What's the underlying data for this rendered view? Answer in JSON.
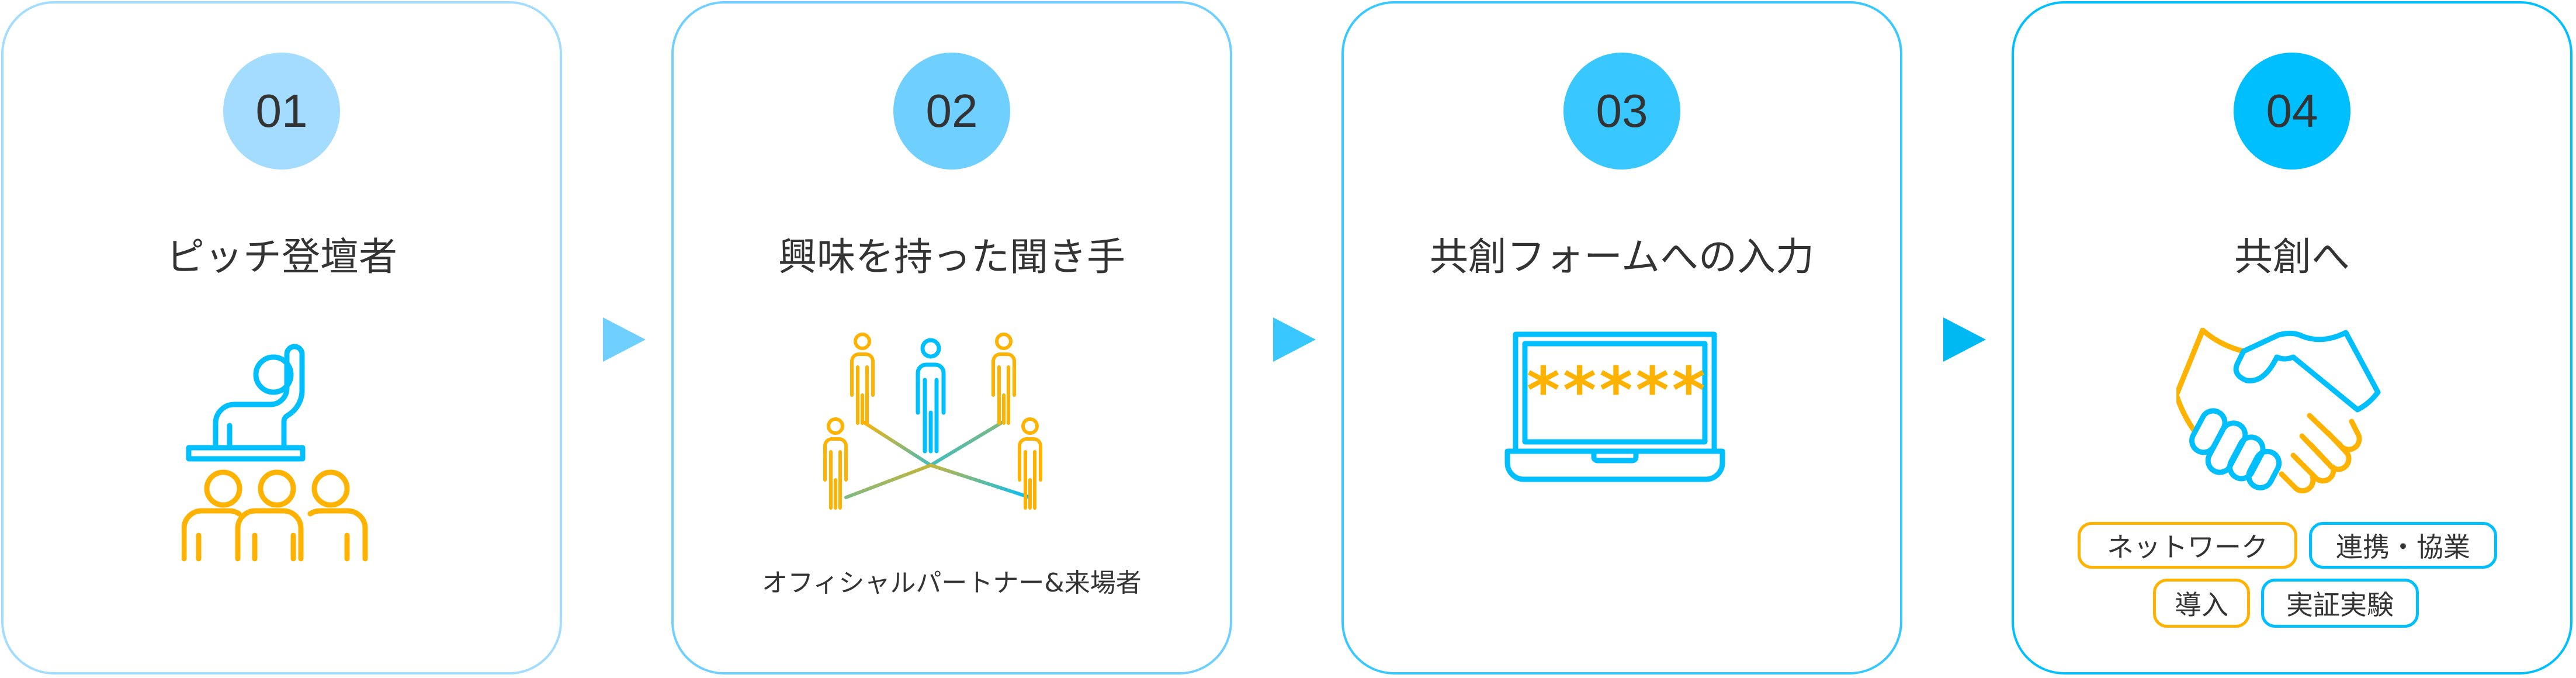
{
  "colors": {
    "circle1": "#a3dcff",
    "circle2": "#6fd0ff",
    "circle3": "#38c8ff",
    "circle4": "#00bfff",
    "icon_blue": "#00bfff",
    "icon_yellow": "#ffb300",
    "text": "#333333"
  },
  "steps": [
    {
      "number": "01",
      "title": "ピッチ登壇者",
      "icon": "presenter-audience-icon"
    },
    {
      "number": "02",
      "title": "興味を持った聞き手",
      "icon": "people-network-icon",
      "subtitle": "オフィシャルパートナー&来場者"
    },
    {
      "number": "03",
      "title": "共創フォームへの入力",
      "icon": "laptop-password-icon",
      "screen_text": "*****"
    },
    {
      "number": "04",
      "title": "共創へ",
      "icon": "handshake-icon",
      "tags": [
        "ネットワーク",
        "連携・協業",
        "導入",
        "実証実験"
      ]
    }
  ],
  "arrows": [
    "arrow-right-icon",
    "arrow-right-icon",
    "arrow-right-icon"
  ]
}
